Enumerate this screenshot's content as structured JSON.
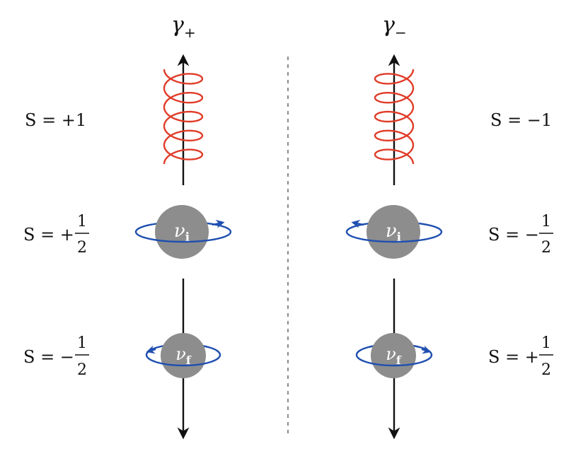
{
  "colors": {
    "background": "#ffffff",
    "axis": "#111111",
    "divider": "#8a8a8a",
    "helix": "#e03c28",
    "rotation_arrow": "#1f4fb0",
    "node_fill": "#8d8d8d",
    "node_text": "#ffffff"
  },
  "left_panel": {
    "title_symbol": "γ",
    "title_sub": "+",
    "photon_spin": "S = +1",
    "initial_node": {
      "symbol": "ν",
      "sub": "i"
    },
    "initial_spin": {
      "prefix": "S = +",
      "num": "1",
      "den": "2"
    },
    "final_node": {
      "symbol": "ν",
      "sub": "f"
    },
    "final_spin": {
      "prefix": "S = −",
      "num": "1",
      "den": "2"
    }
  },
  "right_panel": {
    "title_symbol": "γ",
    "title_sub": "−",
    "photon_spin": "S = −1",
    "initial_node": {
      "symbol": "ν",
      "sub": "i"
    },
    "initial_spin": {
      "prefix": "S = −",
      "num": "1",
      "den": "2"
    },
    "final_node": {
      "symbol": "ν",
      "sub": "f"
    },
    "final_spin": {
      "prefix": "S = +",
      "num": "1",
      "den": "2"
    }
  }
}
